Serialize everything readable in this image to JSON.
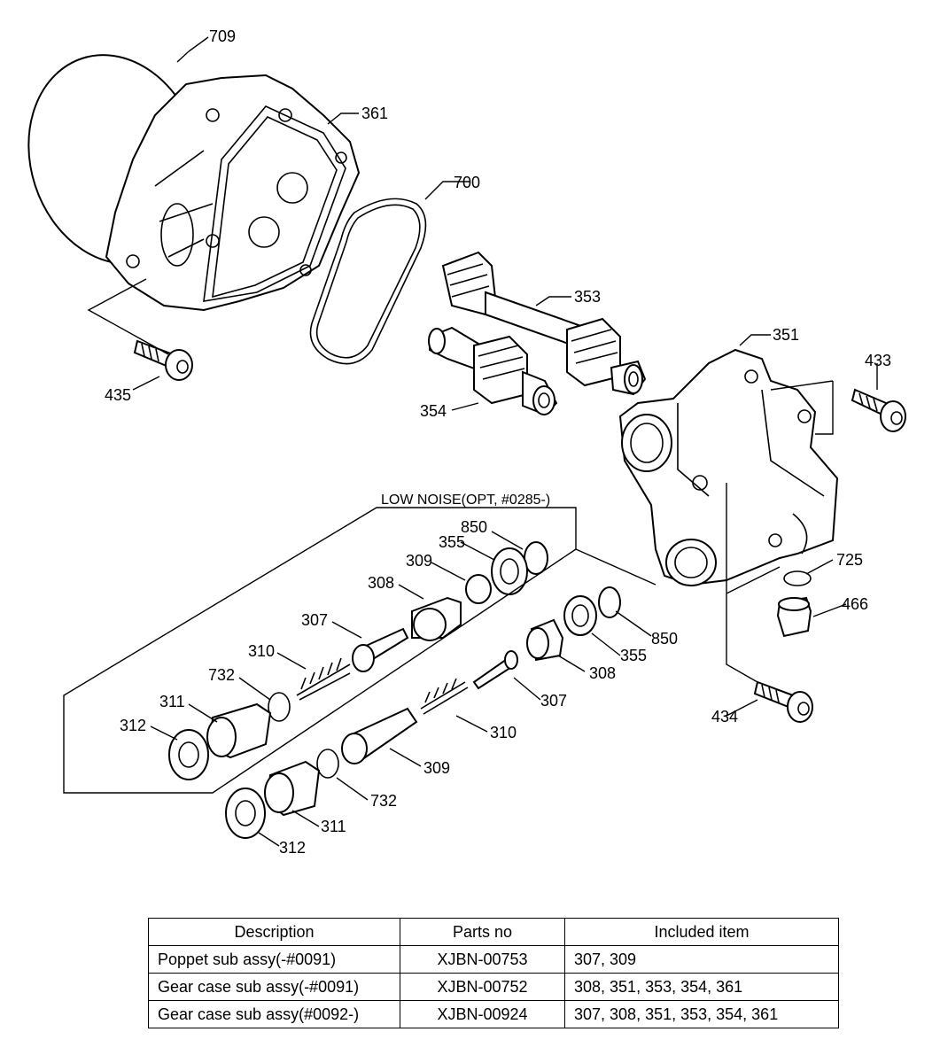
{
  "labels": {
    "p709": "709",
    "p361": "361",
    "p700": "700",
    "p353": "353",
    "p351": "351",
    "p433": "433",
    "p435": "435",
    "p354": "354",
    "p850a": "850",
    "p355a": "355",
    "p309a": "309",
    "p308a": "308",
    "p307a": "307",
    "p310a": "310",
    "p732a": "732",
    "p311a": "311",
    "p312a": "312",
    "p725": "725",
    "p466": "466",
    "p850b": "850",
    "p355b": "355",
    "p308b": "308",
    "p307b": "307",
    "p310b": "310",
    "p309b": "309",
    "p732b": "732",
    "p311b": "311",
    "p312b": "312",
    "p434": "434"
  },
  "note": "LOW NOISE(OPT, #0285-)",
  "table": {
    "headers": [
      "Description",
      "Parts no",
      "Included item"
    ],
    "rows": [
      {
        "description": "Poppet sub assy(-#0091)",
        "parts_no": "XJBN-00753",
        "included": "307, 309"
      },
      {
        "description": "Gear case sub assy(-#0091)",
        "parts_no": "XJBN-00752",
        "included": "308, 351, 353, 354, 361"
      },
      {
        "description": "Gear case sub assy(#0092-)",
        "parts_no": "XJBN-00924",
        "included": "307, 308, 351, 353, 354, 361"
      }
    ]
  }
}
